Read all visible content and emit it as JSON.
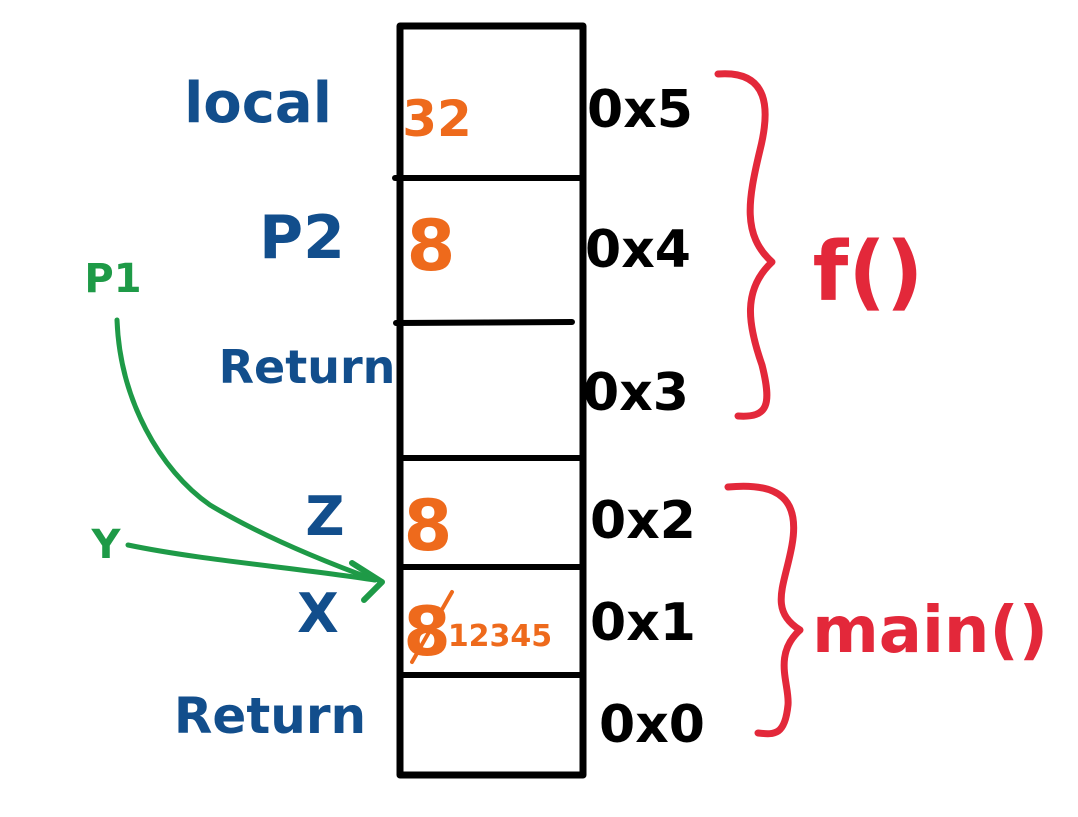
{
  "colors": {
    "ink": "#000000",
    "label_blue": "#124E8C",
    "value_orange": "#EE6A1C",
    "pointer_green": "#1E9A47",
    "frame_red": "#E3283A"
  },
  "frames": {
    "f": {
      "label": "f()"
    },
    "main": {
      "label": "main()"
    }
  },
  "slots": [
    {
      "name": "local",
      "value": "32",
      "address": "0x5"
    },
    {
      "name": "P2",
      "value": "8",
      "address": "0x4"
    },
    {
      "name": "Return",
      "value": "",
      "address": "0x3"
    },
    {
      "name": "Z",
      "value": "8",
      "address": "0x2"
    },
    {
      "name": "X",
      "value": "8",
      "old_value": "12345",
      "address": "0x1"
    },
    {
      "name": "Return",
      "value": "",
      "address": "0x0"
    }
  ],
  "pointers": [
    {
      "name": "P1",
      "target": "X"
    },
    {
      "name": "Y",
      "target": "X"
    }
  ]
}
